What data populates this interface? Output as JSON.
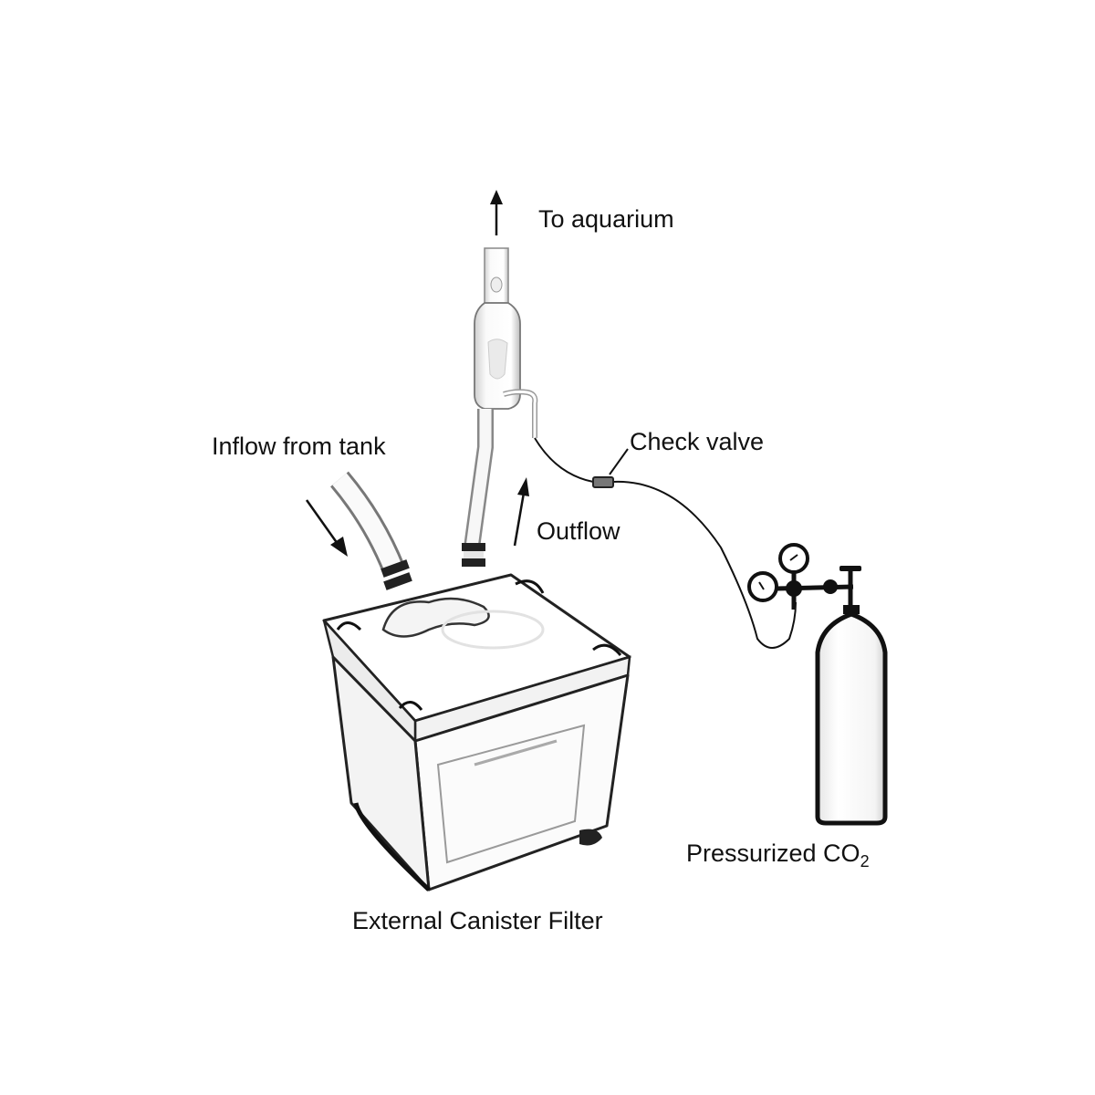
{
  "diagram": {
    "type": "co2-injection-setup",
    "background": "#ffffff",
    "line_color": "#111111",
    "labels": {
      "to_aquarium": "To aquarium",
      "inflow": "Inflow from tank",
      "outflow": "Outflow",
      "check_valve": "Check valve",
      "co2_main": "Pressurized CO",
      "co2_sub": "2",
      "filter": "External Canister Filter"
    },
    "components": [
      {
        "id": "canister-filter",
        "label": "External Canister Filter"
      },
      {
        "id": "co2-reactor",
        "label": "Reactor (inline)"
      },
      {
        "id": "check-valve",
        "label": "Check valve"
      },
      {
        "id": "regulator",
        "label": "Regulator with two gauges"
      },
      {
        "id": "co2-cylinder",
        "label": "Pressurized CO2"
      }
    ],
    "flows": [
      {
        "from": "tank",
        "to": "canister-filter",
        "label": "Inflow from tank"
      },
      {
        "from": "canister-filter",
        "to": "co2-reactor",
        "label": "Outflow"
      },
      {
        "from": "co2-reactor",
        "to": "aquarium",
        "label": "To aquarium"
      },
      {
        "from": "co2-cylinder",
        "to": "co2-reactor",
        "via": "check-valve"
      }
    ]
  }
}
